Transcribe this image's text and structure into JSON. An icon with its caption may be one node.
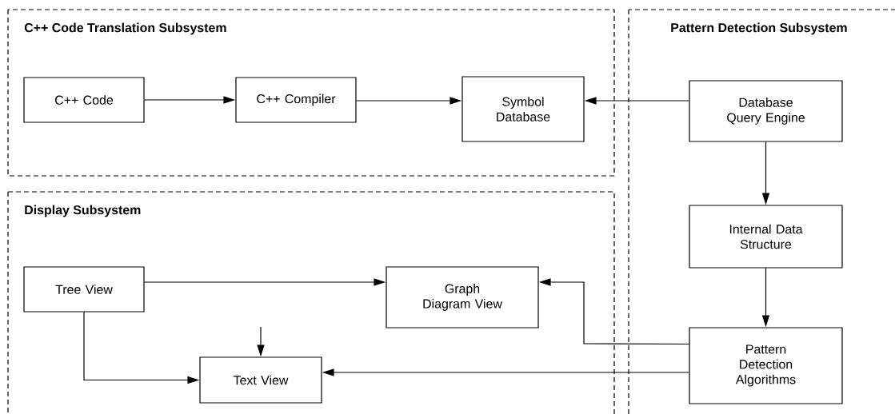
{
  "diagram": {
    "nodes": [
      {
        "text": [
          "C++ Code Translation Subsystem"
        ]
      },
      {
        "text": [
          "C++ Code"
        ],
        "in": 0
      },
      {
        "text": [
          "C++ Compiler"
        ],
        "in": 0
      },
      {
        "text": [
          "Symbol Database"
        ],
        "in": 0
      },
      {
        "text": [
          "Pattern Detection Subsystem"
        ]
      },
      {
        "text": [
          "Database Query Engine"
        ],
        "in": 4
      },
      {
        "text": [
          "Internal Data Structure"
        ],
        "in": 4
      },
      {
        "text": [
          "Pattern Detection Algorithms"
        ],
        "in": 4
      },
      {
        "text": [
          "Display Subsystem"
        ]
      },
      {
        "text": [
          "Tree View"
        ],
        "in": 8
      },
      {
        "text": [
          "Graph Diagram View"
        ],
        "in": 8
      },
      {
        "text": [
          "Text View"
        ],
        "in": 8
      }
    ],
    "edges": [
      {
        "from": 1,
        "to": 2,
        "arrow": "to"
      },
      {
        "from": 2,
        "to": 3,
        "arrow": "to"
      },
      {
        "from": 5,
        "to": 3,
        "arrow": "to"
      },
      {
        "from": 5,
        "to": 6,
        "arrow": "to"
      },
      {
        "from": 6,
        "to": 7,
        "arrow": "to"
      },
      {
        "from": 9,
        "to": 10,
        "arrow": "to"
      },
      {
        "from": 9,
        "to": 11,
        "arrow": "to"
      },
      {
        "from": 7,
        "to": 10,
        "arrow": "to"
      },
      {
        "from": 7,
        "to": 11,
        "arrow": "to"
      },
      {
        "from": null,
        "to": 11,
        "arrow": "to"
      }
    ]
  }
}
